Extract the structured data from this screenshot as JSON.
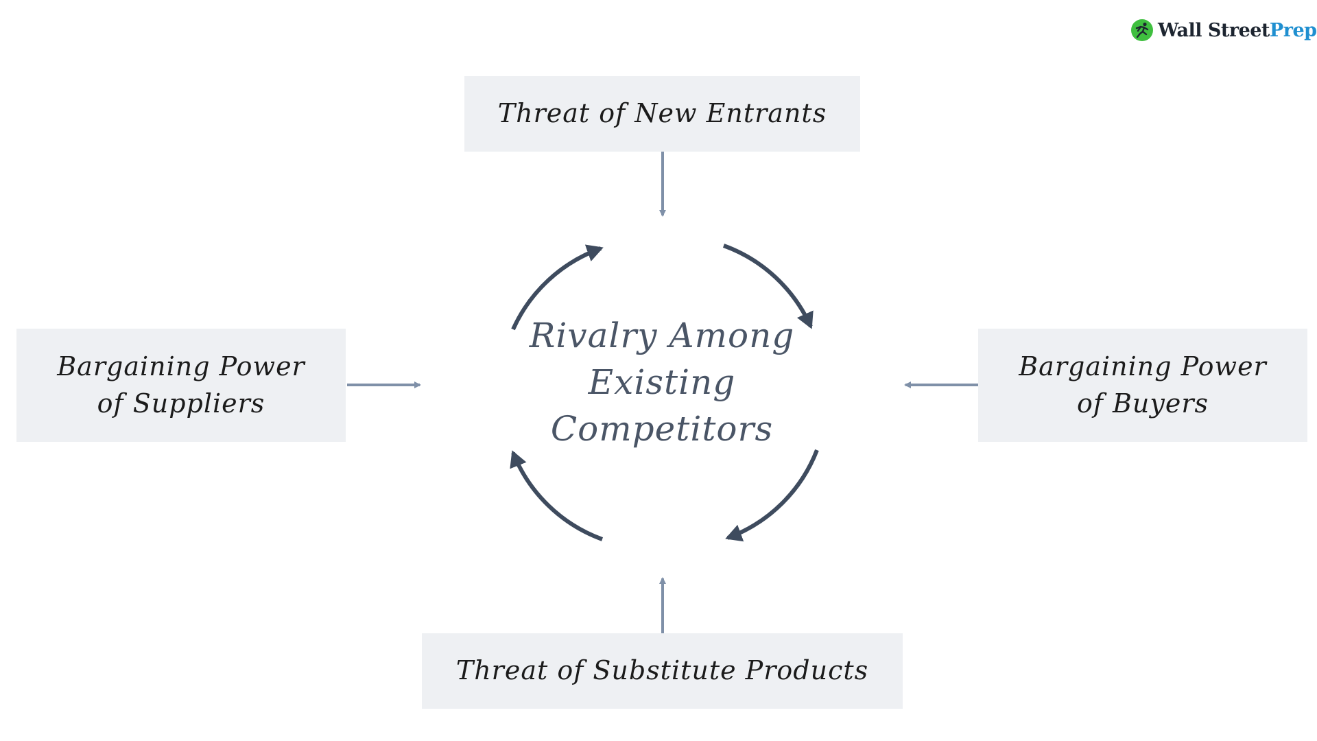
{
  "logo": {
    "brand_main": "Wall Street",
    "brand_accent": "Prep",
    "icon": "runner-icon",
    "colors": {
      "mark": "#3fbf3f",
      "main": "#1d2530",
      "accent": "#1f8fd0"
    }
  },
  "forces": {
    "top": "Threat of New Entrants",
    "bottom": "Threat of Substitute Products",
    "left": {
      "line1": "Bargaining Power",
      "line2": "of Suppliers"
    },
    "right": {
      "line1": "Bargaining Power",
      "line2": "of Buyers"
    }
  },
  "center": {
    "line1": "Rivalry Among",
    "line2": "Existing",
    "line3": "Competitors"
  },
  "colors": {
    "box_fill": "#eef0f3",
    "connector": "#7f90a8",
    "cycle": "#3e4b5e",
    "center_text": "#4a5566"
  }
}
